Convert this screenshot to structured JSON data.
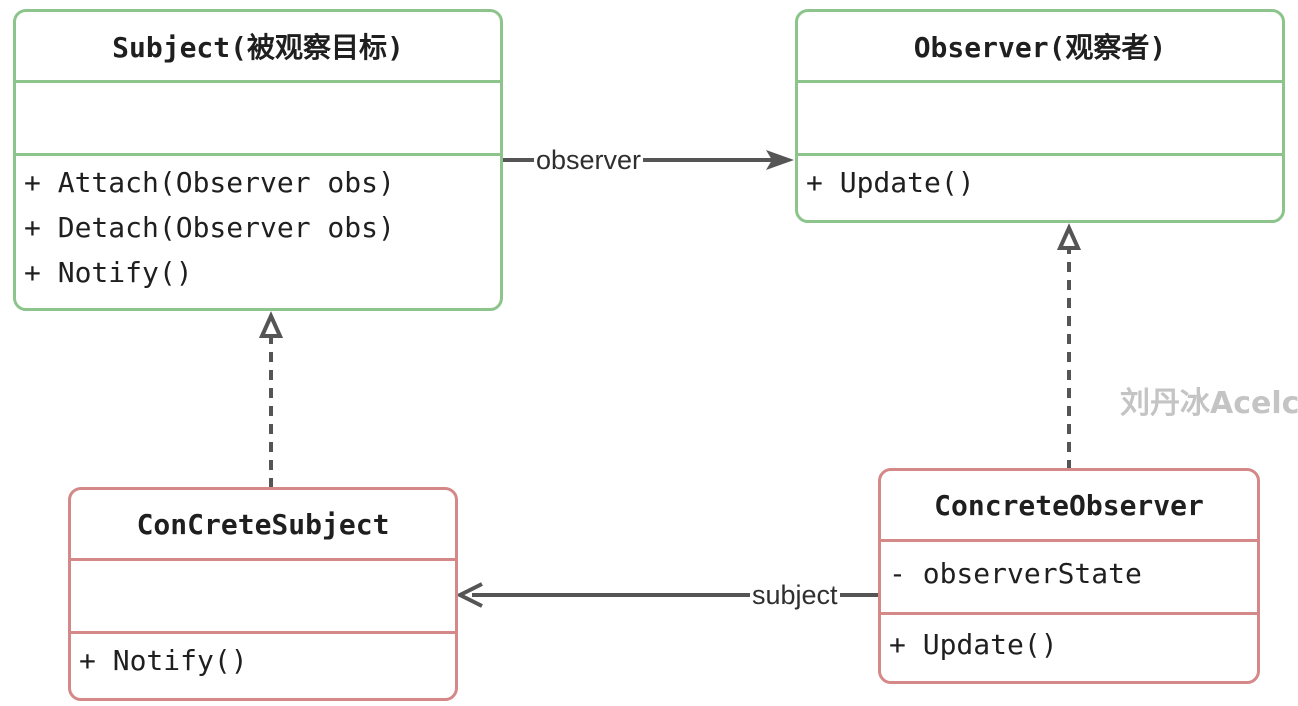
{
  "diagram": {
    "subject": {
      "name": "Subject(被观察目标)",
      "methods": [
        "+ Attach(Observer obs)",
        "+ Detach(Observer obs)",
        "+ Notify()"
      ]
    },
    "observer": {
      "name": "Observer(观察者)",
      "methods": [
        "+ Update()"
      ]
    },
    "concrete_subject": {
      "name": "ConCreteSubject",
      "methods": [
        "+ Notify()"
      ]
    },
    "concrete_observer": {
      "name": "ConcreteObserver",
      "attributes": [
        "- observerState"
      ],
      "methods": [
        "+ Update()"
      ]
    },
    "associations": {
      "subject_to_observer": "observer",
      "concrete_observer_to_concrete_subject": "subject"
    },
    "watermark": "刘丹冰Acelc",
    "colors": {
      "abstract_border": "#8cc48c",
      "concrete_border": "#d48888",
      "connector": "#555555"
    }
  }
}
